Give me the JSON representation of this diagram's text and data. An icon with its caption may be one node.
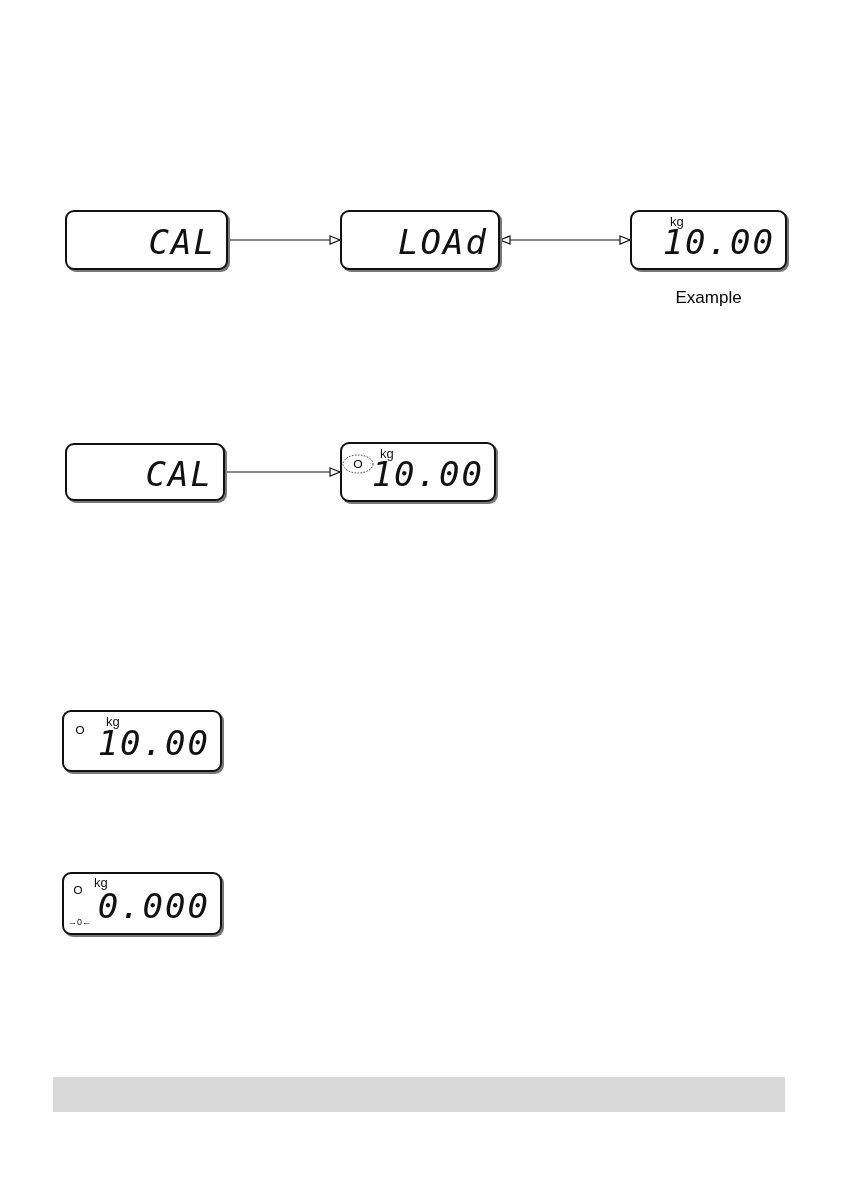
{
  "diagram": {
    "nodes": [
      {
        "text": [
          "CAL"
        ]
      },
      {
        "text": [
          "LOAd"
        ]
      },
      {
        "text": [
          "kg",
          "10.00"
        ],
        "beside": [
          "Example"
        ]
      },
      {
        "text": [
          "CAL"
        ]
      },
      {
        "text": [
          "kg",
          "10.00"
        ]
      },
      {
        "text": [
          "kg",
          "10.00"
        ]
      },
      {
        "text": [
          "kg",
          "0.000",
          "→0←"
        ]
      }
    ],
    "edges": [
      {
        "from": 0,
        "to": 1,
        "arrow": "to"
      },
      {
        "from": 1,
        "to": 2,
        "arrow": "both"
      },
      {
        "from": 3,
        "to": 4,
        "arrow": "to"
      }
    ]
  }
}
